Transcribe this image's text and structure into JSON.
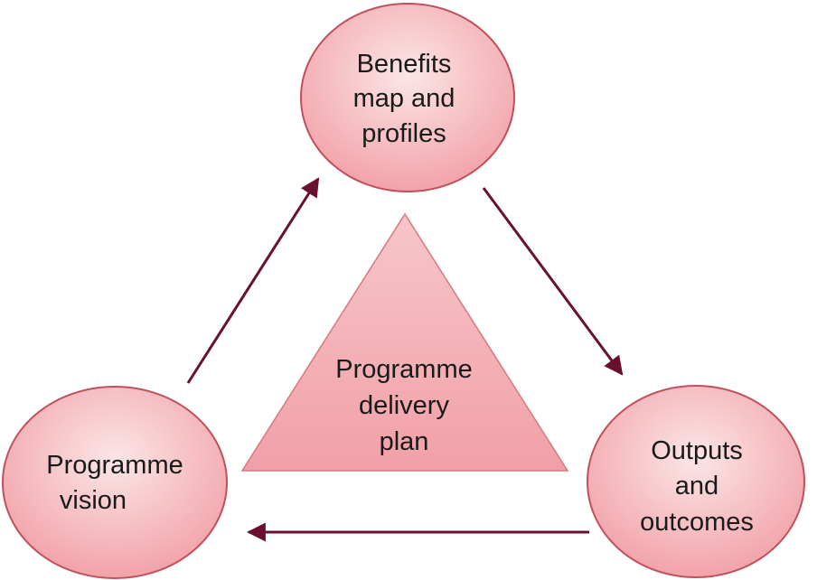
{
  "diagram": {
    "nodes": {
      "benefits": {
        "lines": [
          "Benefits",
          "map and",
          "profiles"
        ]
      },
      "outputs": {
        "lines": [
          "Outputs",
          "and",
          "outcomes"
        ]
      },
      "vision": {
        "lines": [
          "Programme",
          "vision"
        ]
      },
      "delivery": {
        "lines": [
          "Programme",
          "delivery",
          "plan"
        ]
      }
    },
    "edges": [
      {
        "from": "vision",
        "to": "benefits"
      },
      {
        "from": "benefits",
        "to": "outputs"
      },
      {
        "from": "outputs",
        "to": "vision"
      }
    ]
  },
  "colors": {
    "node_fill_light": "#fbe3e4",
    "node_fill_dark": "#f3a8ad",
    "node_stroke": "#c0505c",
    "arrow": "#6b0f2f",
    "text": "#1a1a1a"
  }
}
